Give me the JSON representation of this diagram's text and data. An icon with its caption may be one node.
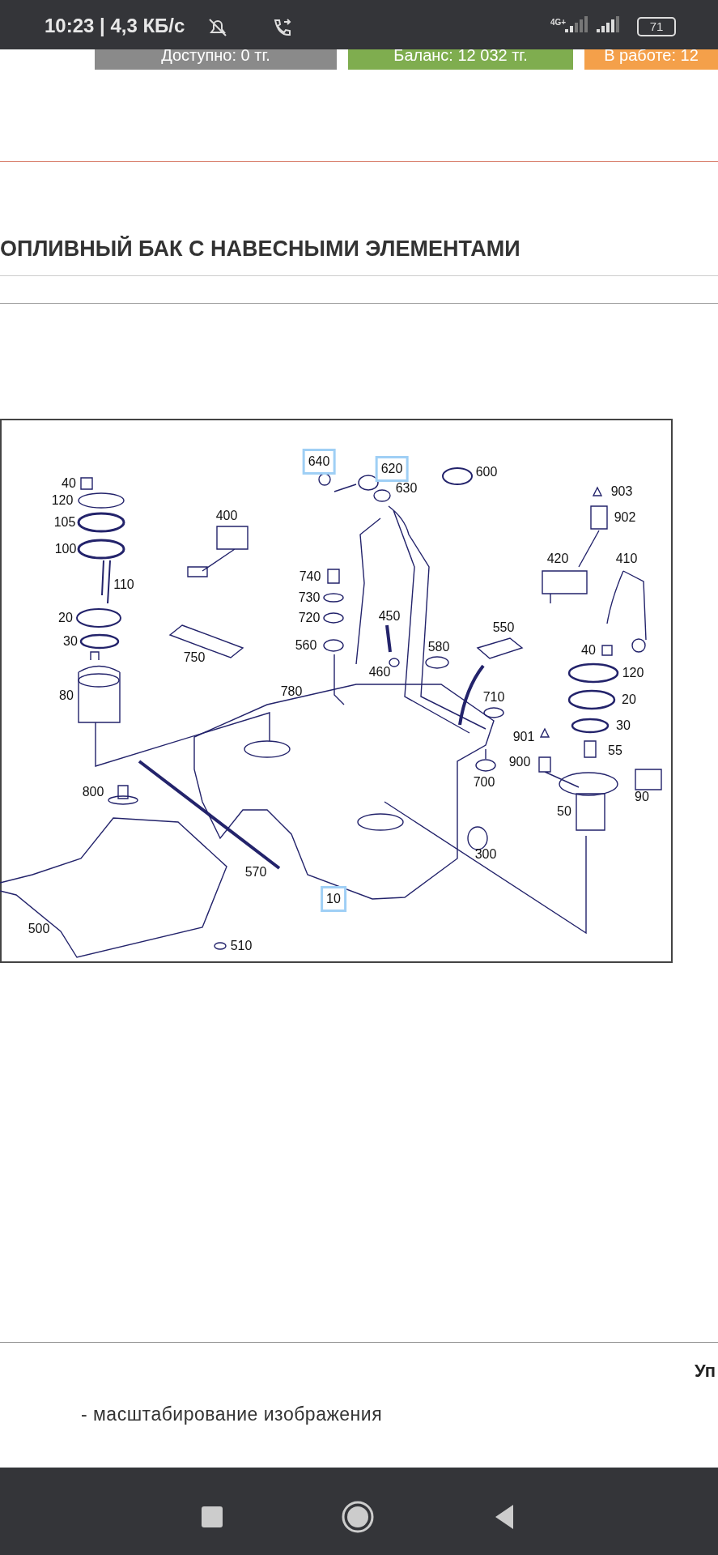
{
  "diagram": {
    "title": "ОПЛИВНЫЙ БАК С НАВЕСНЫМИ ЭЛЕМЕНТАМИ",
    "labels": [
      "10:23 | 4,3 КБ/с",
      "4G+",
      "71",
      "Доступно: 0 тг.",
      "Баланс: 12 032 тг.",
      "В работе: 12",
      "640",
      "620",
      "600",
      "40",
      "630",
      "903",
      "120",
      "105",
      "400",
      "902",
      "100",
      "420",
      "410",
      "740",
      "110",
      "730",
      "20",
      "720",
      "450",
      "550",
      "30",
      "560",
      "580",
      "40",
      "750",
      "460",
      "120",
      "780",
      "80",
      "710",
      "20",
      "30",
      "901",
      "55",
      "900",
      "700",
      "800",
      "90",
      "50",
      "300",
      "570",
      "10",
      "500",
      "510",
      "Уп",
      "- масштабирование изображения"
    ]
  }
}
